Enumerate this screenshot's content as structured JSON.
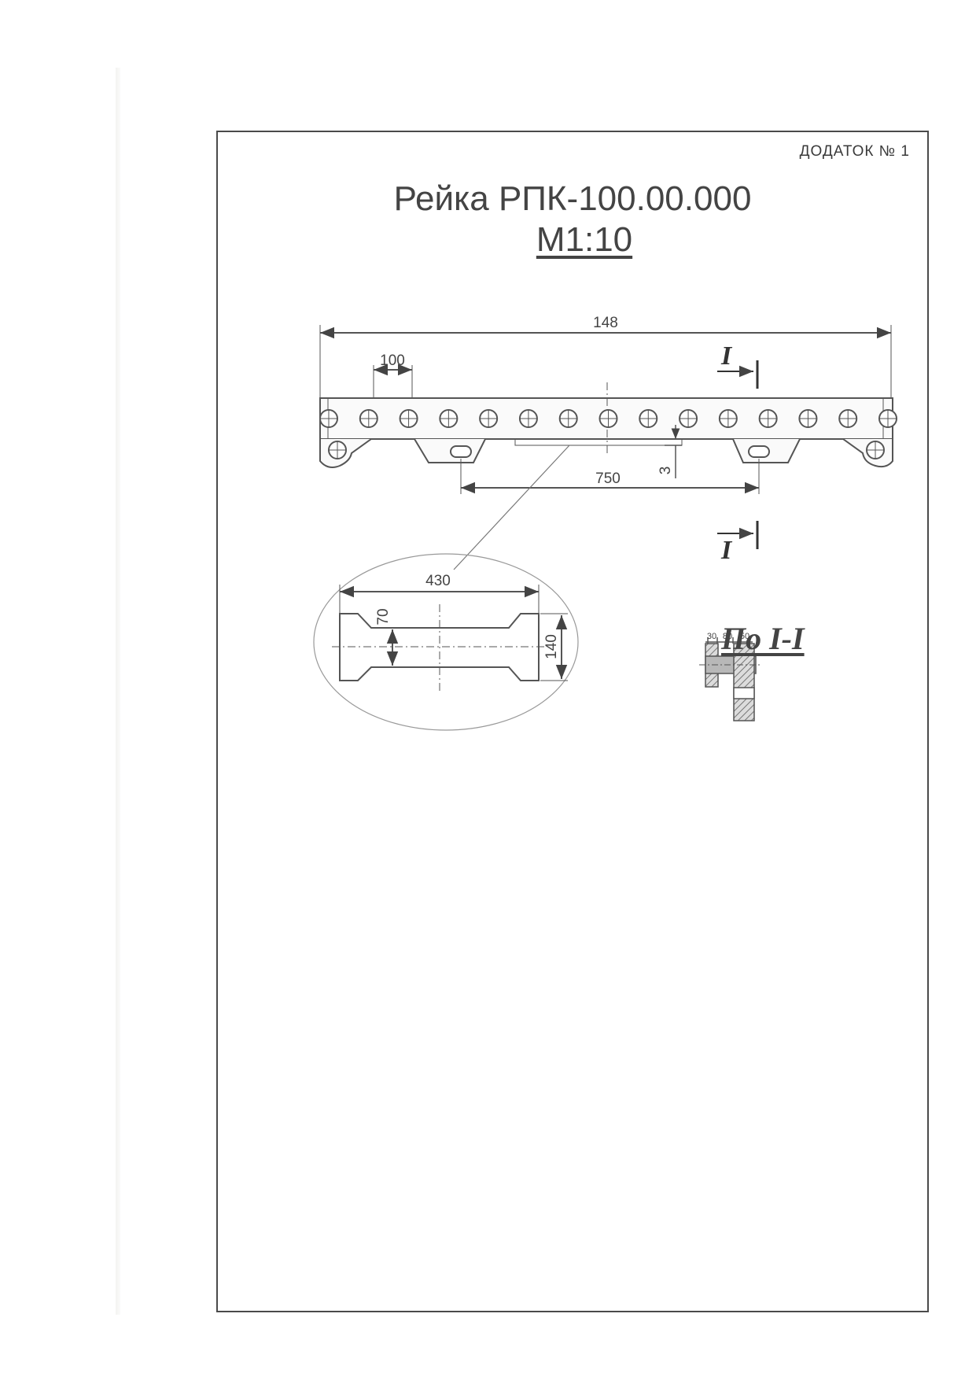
{
  "sheet": {
    "appendix_label": "ДОДАТОК № 1",
    "title": "Рейка РПК-100.00.000",
    "scale": "М1:10"
  },
  "main_view": {
    "dim_total": "148",
    "dim_pitch": "100",
    "dim_span": "750",
    "dim_gap": "3",
    "section_mark_top": "I",
    "section_mark_bottom": "I",
    "hole_count": 15
  },
  "detail_view": {
    "dim_length": "430",
    "dim_inner_height": "70",
    "dim_outer_height": "140"
  },
  "section_view": {
    "title": "По I-I",
    "dim_a": "30",
    "dim_b": "80",
    "dim_c": "50"
  }
}
